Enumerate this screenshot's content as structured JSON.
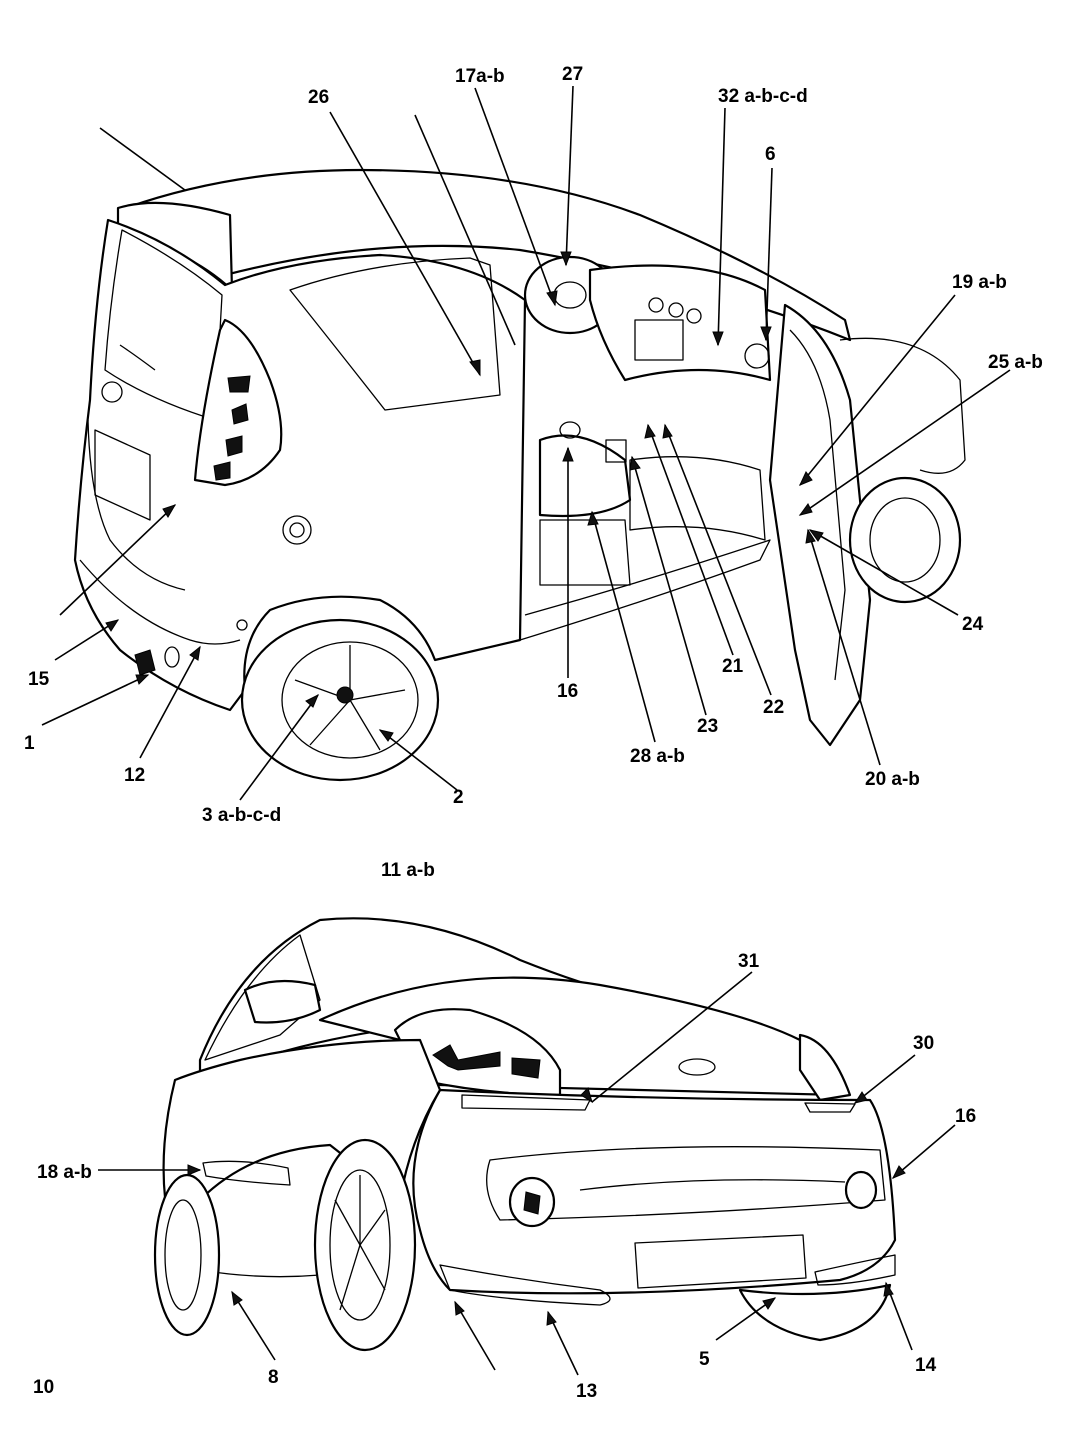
{
  "callouts": {
    "c26": "26",
    "c17ab": "17a-b",
    "c27": "27",
    "c32": "32 a-b-c-d",
    "c6": "6",
    "c19": "19 a-b",
    "c25": "25 a-b",
    "c24": "24",
    "c21": "21",
    "c22": "22",
    "c23": "23",
    "c16top": "16",
    "c28": "28 a-b",
    "c20": "20 a-b",
    "c15": "15",
    "c1": "1",
    "c12": "12",
    "c3": "3 a-b-c-d",
    "c2": "2",
    "c11": "11 a-b",
    "c31": "31",
    "c30": "30",
    "c16bottom": "16",
    "c18": "18 a-b",
    "c8": "8",
    "c13": "13",
    "c5": "5",
    "c14": "14",
    "c10": "10"
  }
}
